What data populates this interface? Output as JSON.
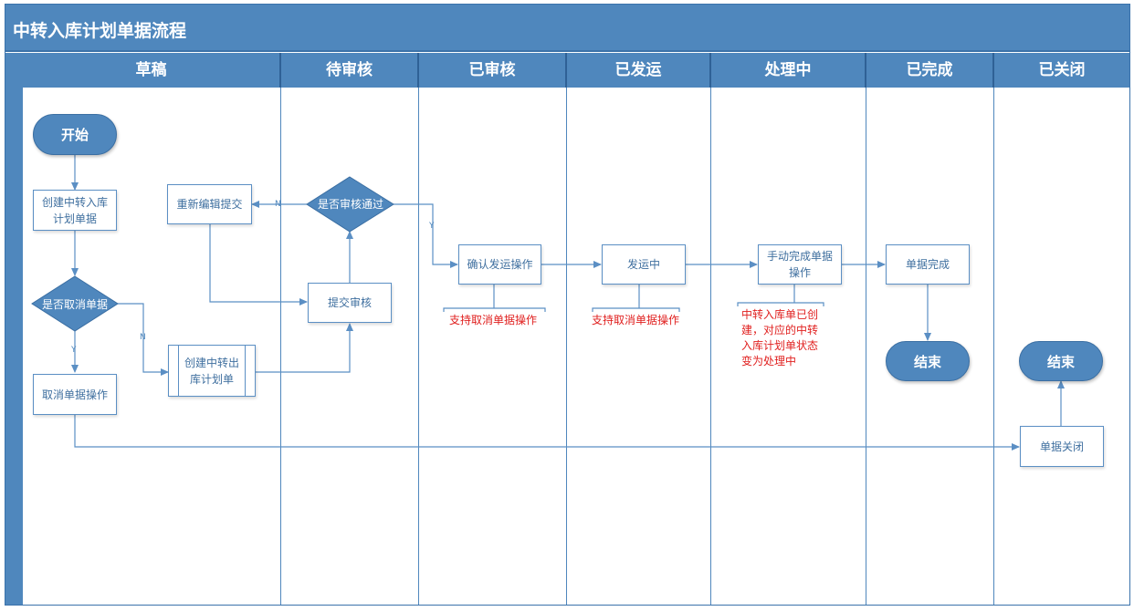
{
  "title": "中转入库计划单据流程",
  "lanes": [
    "草稿",
    "待审核",
    "已审核",
    "已发运",
    "处理中",
    "已完成",
    "已关闭"
  ],
  "nodes": {
    "start": "开始",
    "create_plan": "创建中转入库计划单据",
    "cancel_decision": "是否取消单据",
    "cancel_op": "取消单据操作",
    "create_outbound": "创建中转出库计划单",
    "resubmit": "重新编辑提交",
    "review_decision": "是否审核通过",
    "submit_review": "提交审核",
    "confirm_ship": "确认发运操作",
    "shipping": "发运中",
    "manual_complete": "手动完成单据操作",
    "doc_complete": "单据完成",
    "end_completed": "结束",
    "end_closed": "结束",
    "close_doc": "单据关闭"
  },
  "notes": {
    "cancel_support_1": "支持取消单据操作",
    "cancel_support_2": "支持取消单据操作",
    "processing_note": "中转入库单已创建，对应的中转入库计划单状态变为处理中"
  },
  "edge_labels": {
    "y": "Y",
    "n": "N"
  },
  "colors": {
    "lane_header": "#4f87bd",
    "node_fill": "#4f87bd",
    "note_text": "#e0201f",
    "connector": "#5b8fc4"
  }
}
